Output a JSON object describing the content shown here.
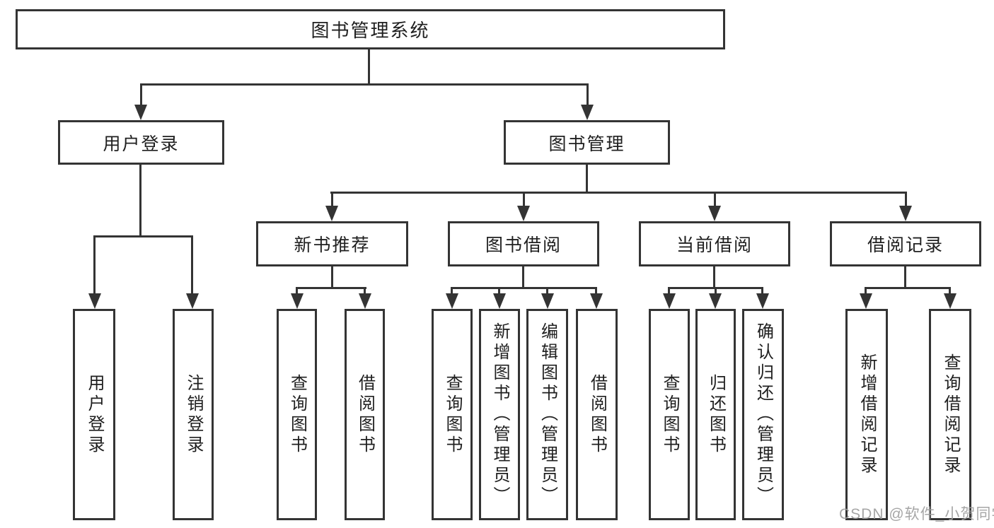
{
  "tree": {
    "label": "图书管理系统",
    "children": [
      {
        "label": "用户登录",
        "children": [
          {
            "label": "用户登录"
          },
          {
            "label": "注销登录"
          }
        ]
      },
      {
        "label": "图书管理",
        "children": [
          {
            "label": "新书推荐",
            "children": [
              {
                "label": "查询图书"
              },
              {
                "label": "借阅图书"
              }
            ]
          },
          {
            "label": "图书借阅",
            "children": [
              {
                "label": "查询图书"
              },
              {
                "label": "新增图书（管理员）"
              },
              {
                "label": "编辑图书（管理员）"
              },
              {
                "label": "借阅图书"
              }
            ]
          },
          {
            "label": "当前借阅",
            "children": [
              {
                "label": "查询图书"
              },
              {
                "label": "归还图书"
              },
              {
                "label": "确认归还（管理员）"
              }
            ]
          },
          {
            "label": "借阅记录",
            "children": [
              {
                "label": "新增借阅记录"
              },
              {
                "label": "查询借阅记录"
              }
            ]
          }
        ]
      }
    ]
  },
  "watermark": "CSDN @软件_小贺同学",
  "colors": {
    "line": "#343434",
    "box_border": "#343434",
    "box_background": "#ffffff",
    "text": "#1f1f1f",
    "watermark": "#9e9e9e",
    "page_background": "#ffffff"
  }
}
